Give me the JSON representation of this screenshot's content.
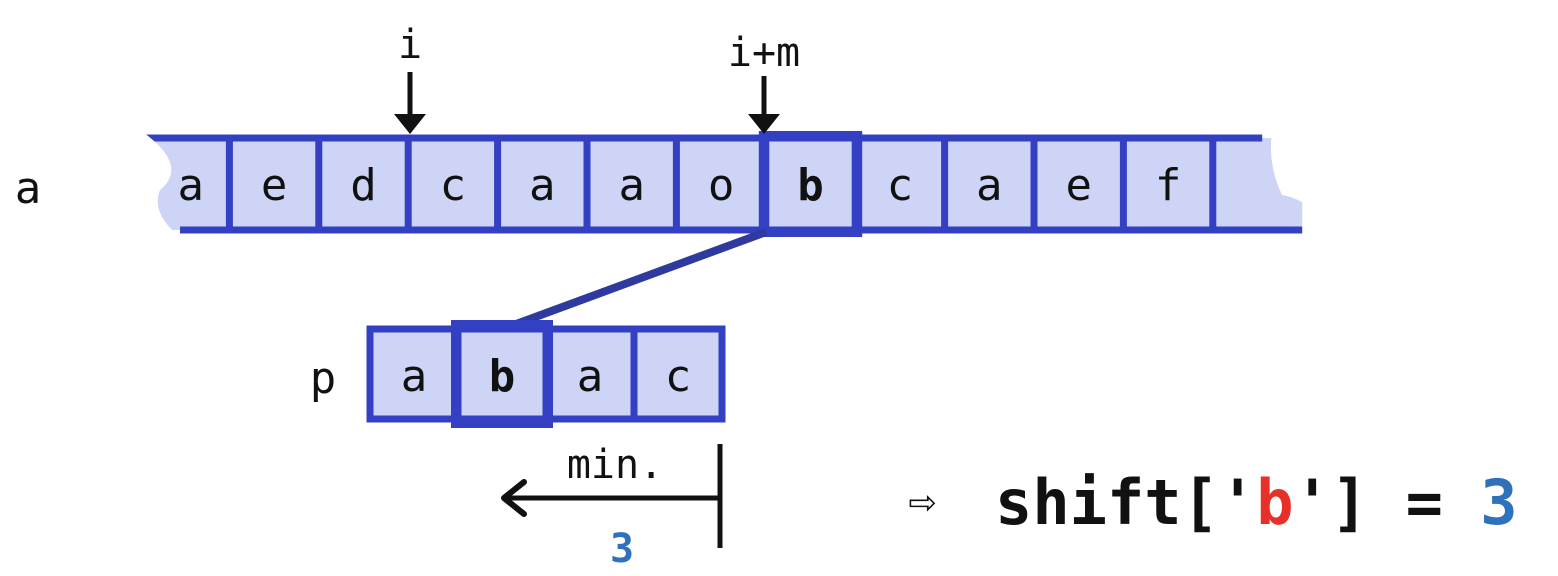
{
  "text_row": {
    "label": "a",
    "cells": [
      "a",
      "e",
      "d",
      "c",
      "a",
      "a",
      "o",
      "b",
      "c",
      "a",
      "e",
      "f"
    ],
    "highlight_index": 7
  },
  "pattern_row": {
    "label": "p",
    "cells": [
      "a",
      "b",
      "a",
      "c"
    ],
    "highlight_index": 1
  },
  "markers": {
    "i": "i",
    "i_plus_m": "i+m"
  },
  "distance": {
    "label": "min.",
    "value": "3"
  },
  "result": {
    "arrow": "⇨",
    "lhs_open": "shift['",
    "char": "b",
    "lhs_close": "'] = ",
    "value": "3"
  },
  "colors": {
    "cell_fill": "#CDD4F6",
    "cell_border": "#3340C4",
    "connector": "#2E3A9E",
    "char_red": "#E8302A",
    "char_blue": "#2F72BC",
    "ink": "#111111"
  }
}
